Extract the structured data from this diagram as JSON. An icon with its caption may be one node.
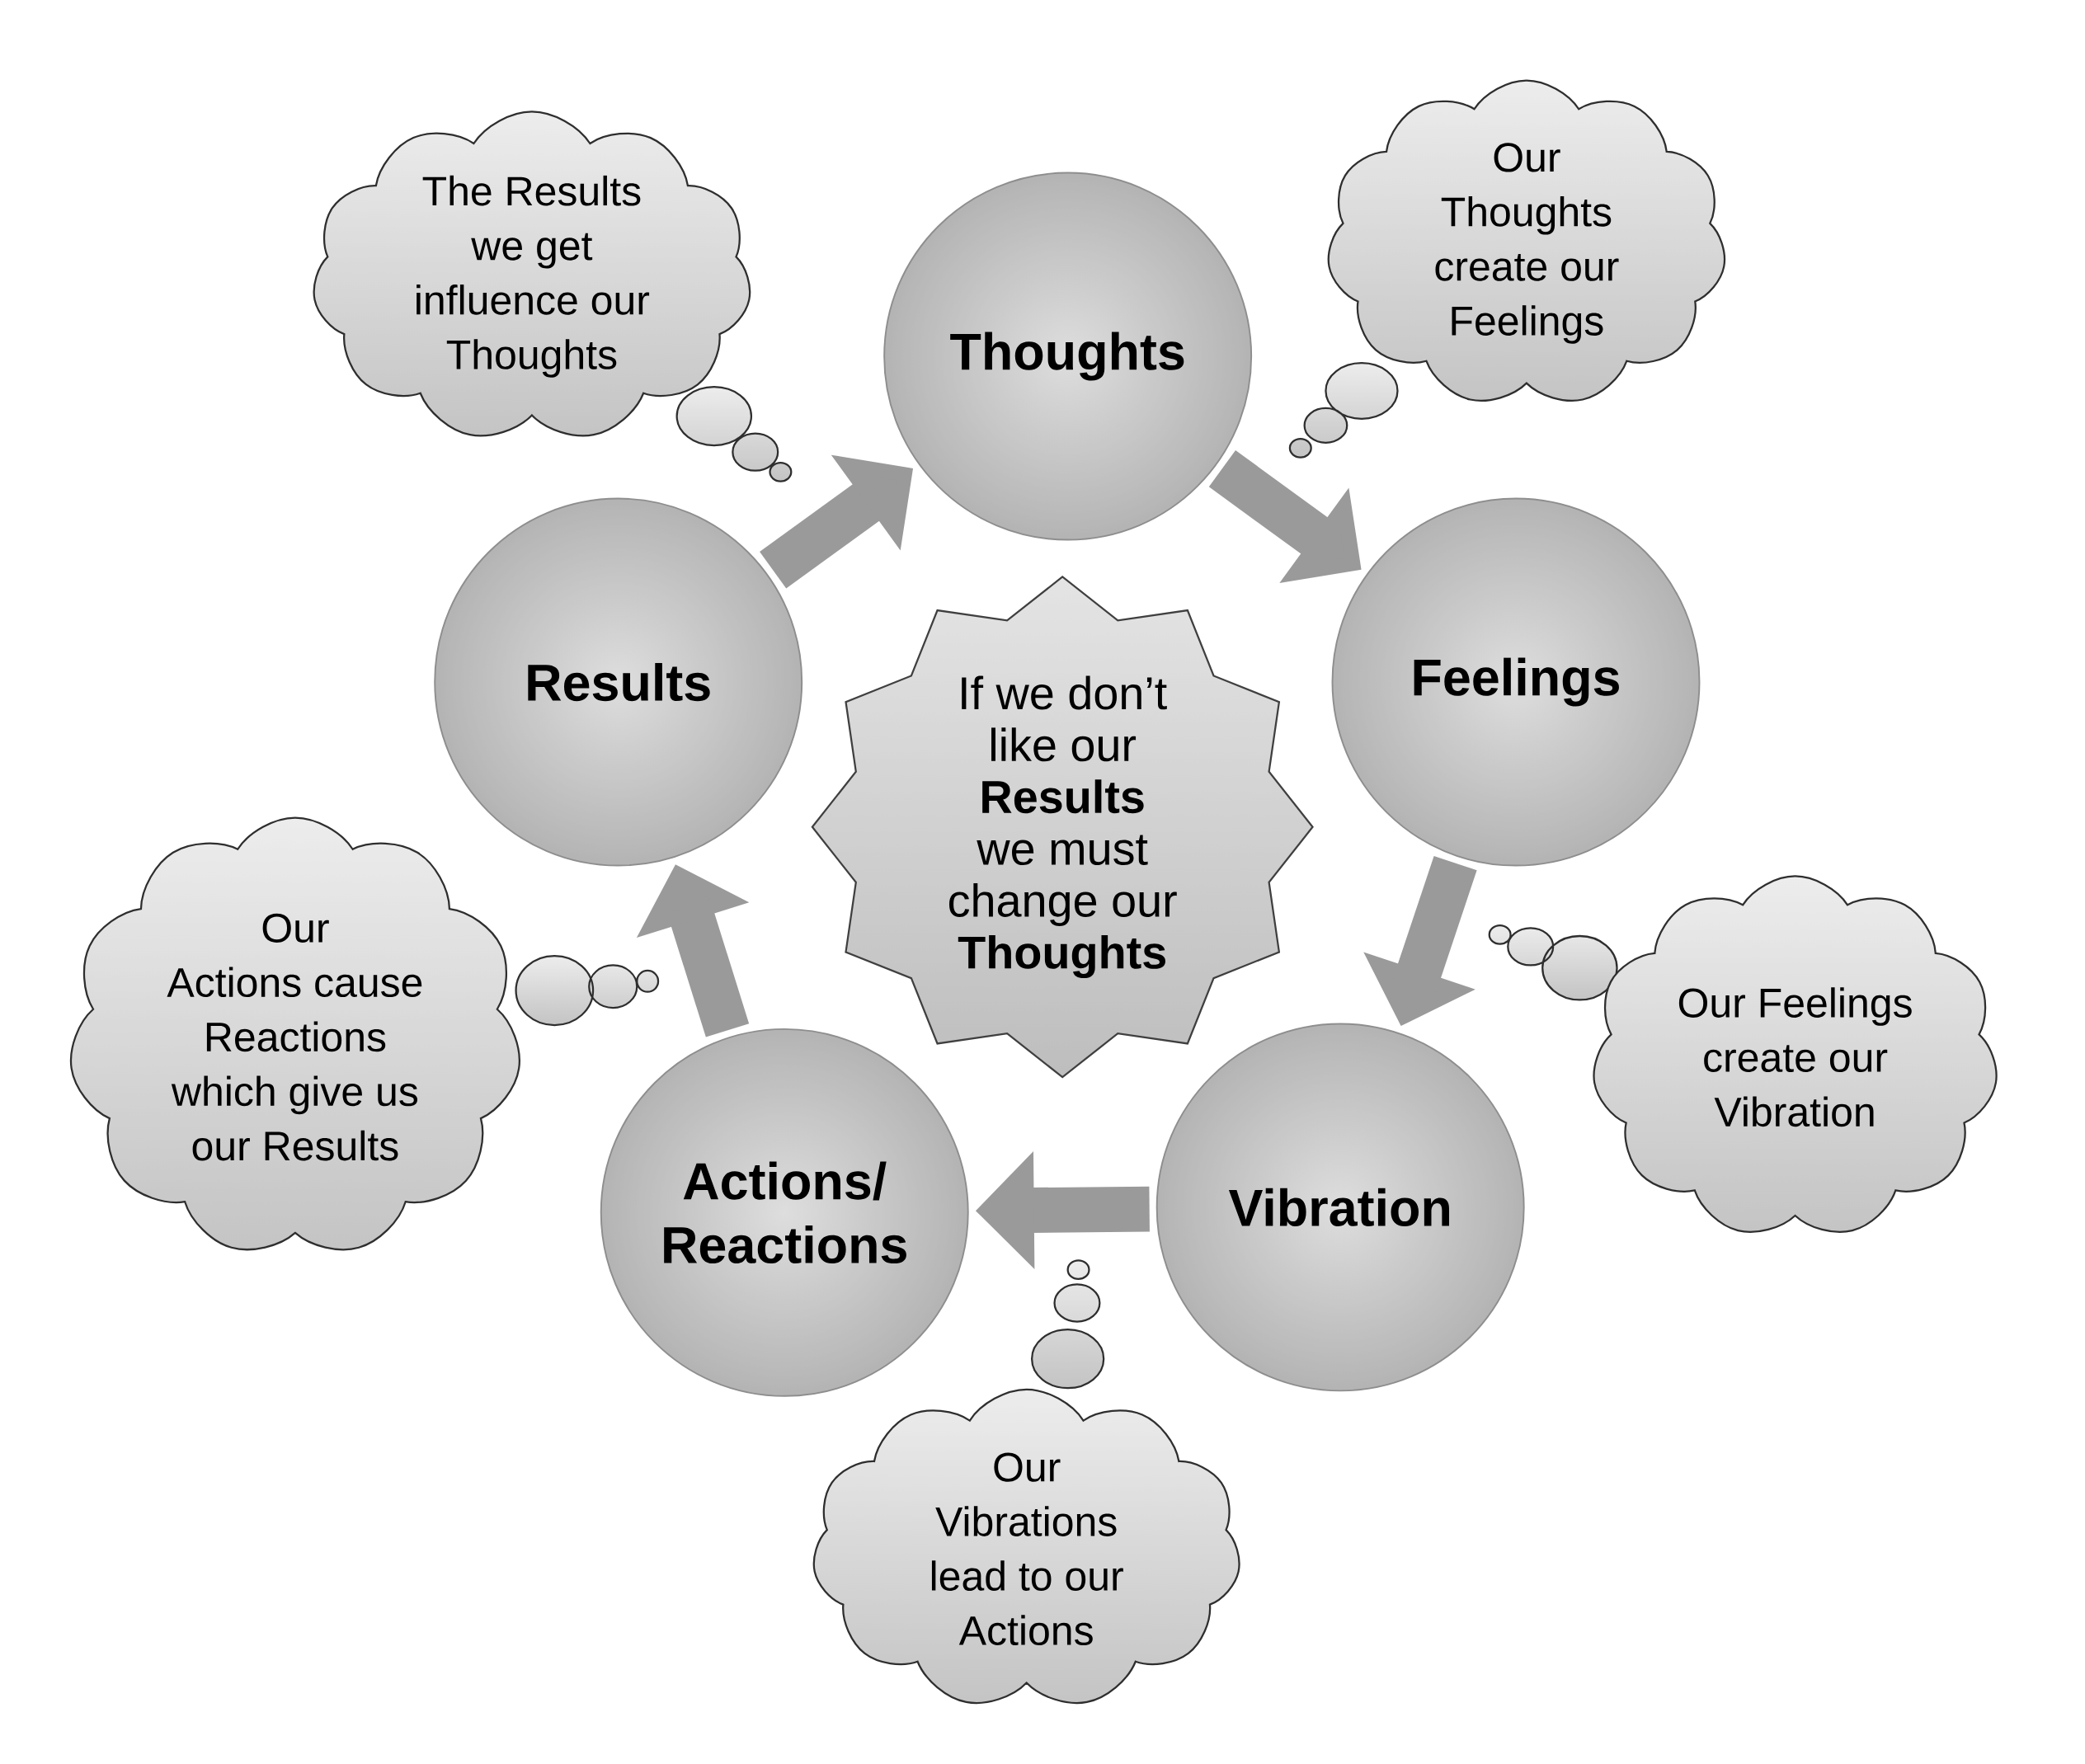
{
  "diagram": {
    "nodes": [
      {
        "text": [
          "Thoughts"
        ]
      },
      {
        "text": [
          "Feelings"
        ]
      },
      {
        "text": [
          "Vibration"
        ]
      },
      {
        "text": [
          "Actions/ Reactions"
        ]
      },
      {
        "text": [
          "Results"
        ]
      },
      {
        "text": [
          "If we don’t like our **Results** we must change our **Thoughts**"
        ]
      },
      {
        "text": [
          "The Results we get influence our Thoughts"
        ]
      },
      {
        "text": [
          "Our Thoughts create our Feelings"
        ]
      },
      {
        "text": [
          "Our Feelings create our Vibration"
        ]
      },
      {
        "text": [
          "Our Vibrations lead to our Actions"
        ]
      },
      {
        "text": [
          "Our Actions cause Reactions which give us our Results"
        ]
      }
    ],
    "edges": [
      {
        "from": 4,
        "to": 0,
        "arrow": "to"
      },
      {
        "from": 0,
        "to": 1,
        "arrow": "to"
      },
      {
        "from": 1,
        "to": 2,
        "arrow": "to"
      },
      {
        "from": 2,
        "to": 3,
        "arrow": "to"
      },
      {
        "from": 3,
        "to": 4,
        "arrow": "to"
      }
    ]
  }
}
